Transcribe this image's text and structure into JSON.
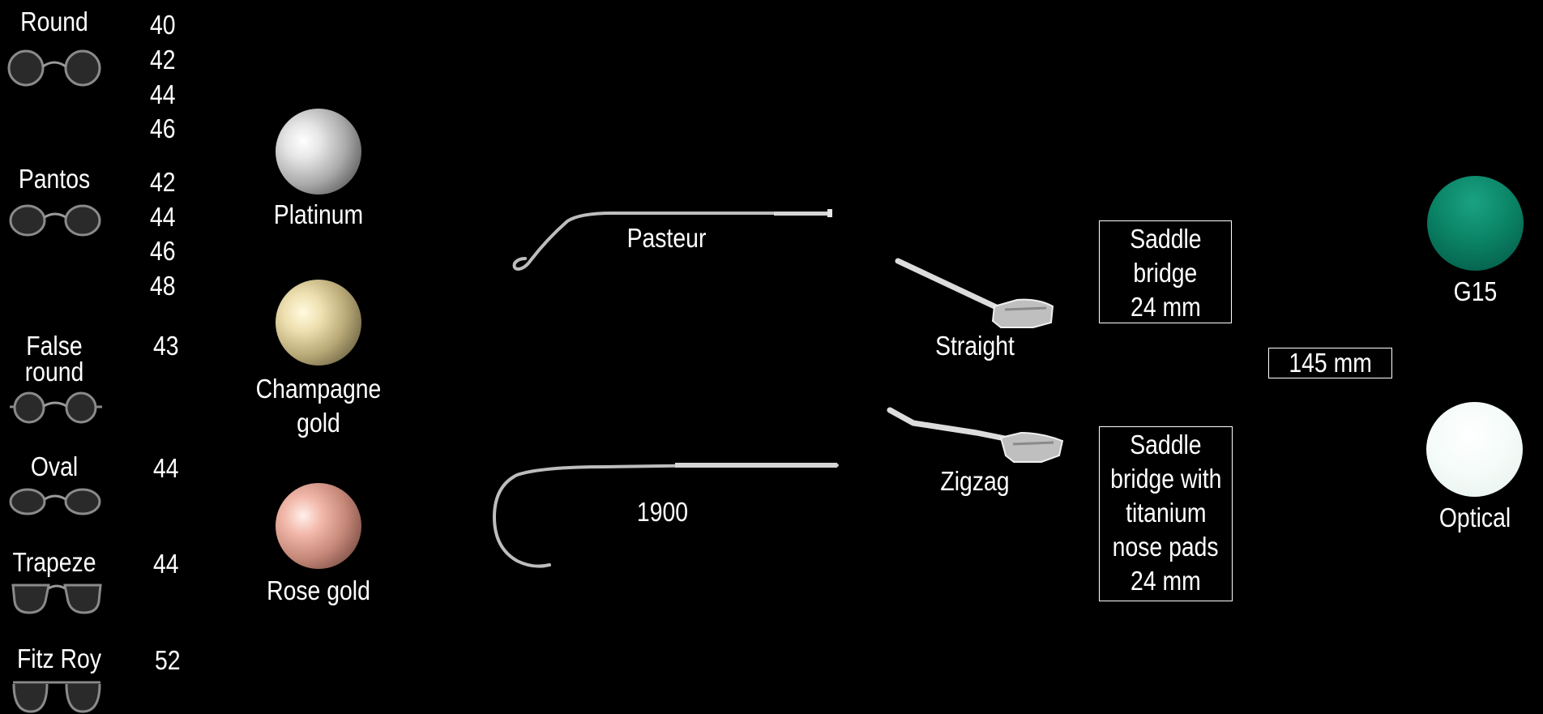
{
  "shapes": [
    {
      "name": "Round",
      "sizes": [
        "40",
        "42",
        "44",
        "46"
      ]
    },
    {
      "name": "Pantos",
      "sizes": [
        "42",
        "44",
        "46",
        "48"
      ]
    },
    {
      "name_line1": "False",
      "name_line2": "round",
      "sizes": [
        "43"
      ]
    },
    {
      "name": "Oval",
      "sizes": [
        "44"
      ]
    },
    {
      "name": "Trapeze",
      "sizes": [
        "44"
      ]
    },
    {
      "name": "Fitz Roy",
      "sizes": [
        "52"
      ]
    }
  ],
  "finishes": [
    {
      "name": "Platinum",
      "color": "#c8c8c8"
    },
    {
      "name_line1": "Champagne",
      "name_line2": "gold",
      "color": "#d8cda0"
    },
    {
      "name": "Rose gold",
      "color": "#d79a8e"
    }
  ],
  "temples": [
    {
      "name": "Pasteur",
      "icon": "pasteur-temple-icon"
    },
    {
      "name": "1900",
      "icon": "curved-1900-temple-icon"
    }
  ],
  "bridges": [
    {
      "name": "Straight",
      "icon": "straight-bridge-icon"
    },
    {
      "name": "Zigzag",
      "icon": "zigzag-bridge-icon"
    }
  ],
  "bridge_specs": [
    {
      "lines": [
        "Saddle",
        "bridge",
        "24 mm"
      ]
    },
    {
      "lines": [
        "Saddle",
        "bridge with",
        "titanium",
        "nose pads",
        "24 mm"
      ]
    }
  ],
  "temple_length": "145 mm",
  "lenses": [
    {
      "name": "G15",
      "color": "#0a8466"
    },
    {
      "name": "Optical",
      "color": "#f1f9f5"
    }
  ]
}
